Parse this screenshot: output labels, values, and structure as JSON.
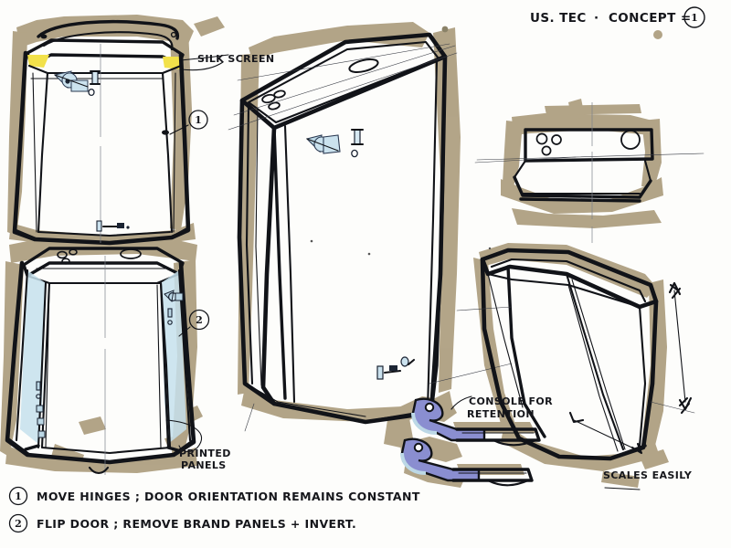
{
  "sheet": {
    "title": "US. TEC  ·  CONCEPT =",
    "title_parts": {
      "client": "US. TEC",
      "separator": "·",
      "label": "CONCEPT ="
    },
    "title_badge": "1",
    "paper_color": "#fdfdfb",
    "ink_color": "#111318",
    "marker_shadow_color": "#a89878",
    "accent_blue": "#bcd8e6",
    "accent_yellow": "#f2e14a",
    "accent_violet": "#8a8ed0"
  },
  "callouts": [
    {
      "id": "1",
      "badge": "1",
      "view": "front-elevation-closed"
    },
    {
      "id": "2",
      "badge": "2",
      "view": "front-elevation-open"
    }
  ],
  "labels": {
    "silk_screen": "SILK SCREEN",
    "printed_panels_line1": "PRINTED",
    "printed_panels_line2": "PANELS",
    "console_line1": "CONSOLE FOR",
    "console_line2": "RETENTION",
    "scales_easily": "SCALES EASILY"
  },
  "notes": [
    {
      "badge": "1",
      "text": "MOVE HINGES ; DOOR ORIENTATION REMAINS CONSTANT"
    },
    {
      "badge": "2",
      "text": "FLIP DOOR ; REMOVE BRAND PANELS + INVERT."
    }
  ],
  "views": [
    {
      "name": "front-elevation-closed",
      "position": "top-left"
    },
    {
      "name": "front-elevation-open",
      "position": "bottom-left"
    },
    {
      "name": "main-perspective",
      "position": "center"
    },
    {
      "name": "top-plan-detail",
      "position": "top-right"
    },
    {
      "name": "angled-perspective",
      "position": "mid-right"
    },
    {
      "name": "hinge-section-detail",
      "position": "bottom-center"
    }
  ]
}
